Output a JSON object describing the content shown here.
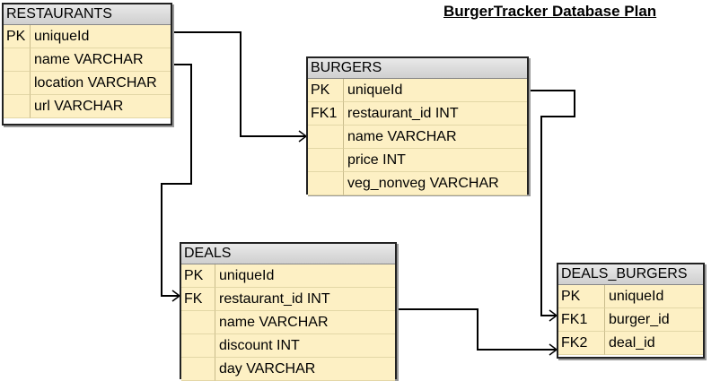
{
  "title": "BurgerTracker Database Plan",
  "tables": {
    "restaurants": {
      "name": "RESTAURANTS",
      "rows": [
        {
          "key": "PK",
          "field": "uniqueId"
        },
        {
          "key": "",
          "field": "name VARCHAR"
        },
        {
          "key": "",
          "field": "location VARCHAR"
        },
        {
          "key": "",
          "field": "url VARCHAR"
        }
      ]
    },
    "burgers": {
      "name": "BURGERS",
      "rows": [
        {
          "key": "PK",
          "field": "uniqueId"
        },
        {
          "key": "FK1",
          "field": "restaurant_id INT"
        },
        {
          "key": "",
          "field": "name VARCHAR"
        },
        {
          "key": "",
          "field": "price INT"
        },
        {
          "key": "",
          "field": "veg_nonveg VARCHAR"
        }
      ]
    },
    "deals": {
      "name": "DEALS",
      "rows": [
        {
          "key": "PK",
          "field": "uniqueId"
        },
        {
          "key": "FK",
          "field": "restaurant_id INT"
        },
        {
          "key": "",
          "field": "name VARCHAR"
        },
        {
          "key": "",
          "field": "discount INT"
        },
        {
          "key": "",
          "field": "day VARCHAR"
        }
      ]
    },
    "deals_burgers": {
      "name": "DEALS_BURGERS",
      "rows": [
        {
          "key": "PK",
          "field": "uniqueId"
        },
        {
          "key": "FK1",
          "field": "burger_id"
        },
        {
          "key": "FK2",
          "field": "deal_id"
        }
      ]
    }
  }
}
